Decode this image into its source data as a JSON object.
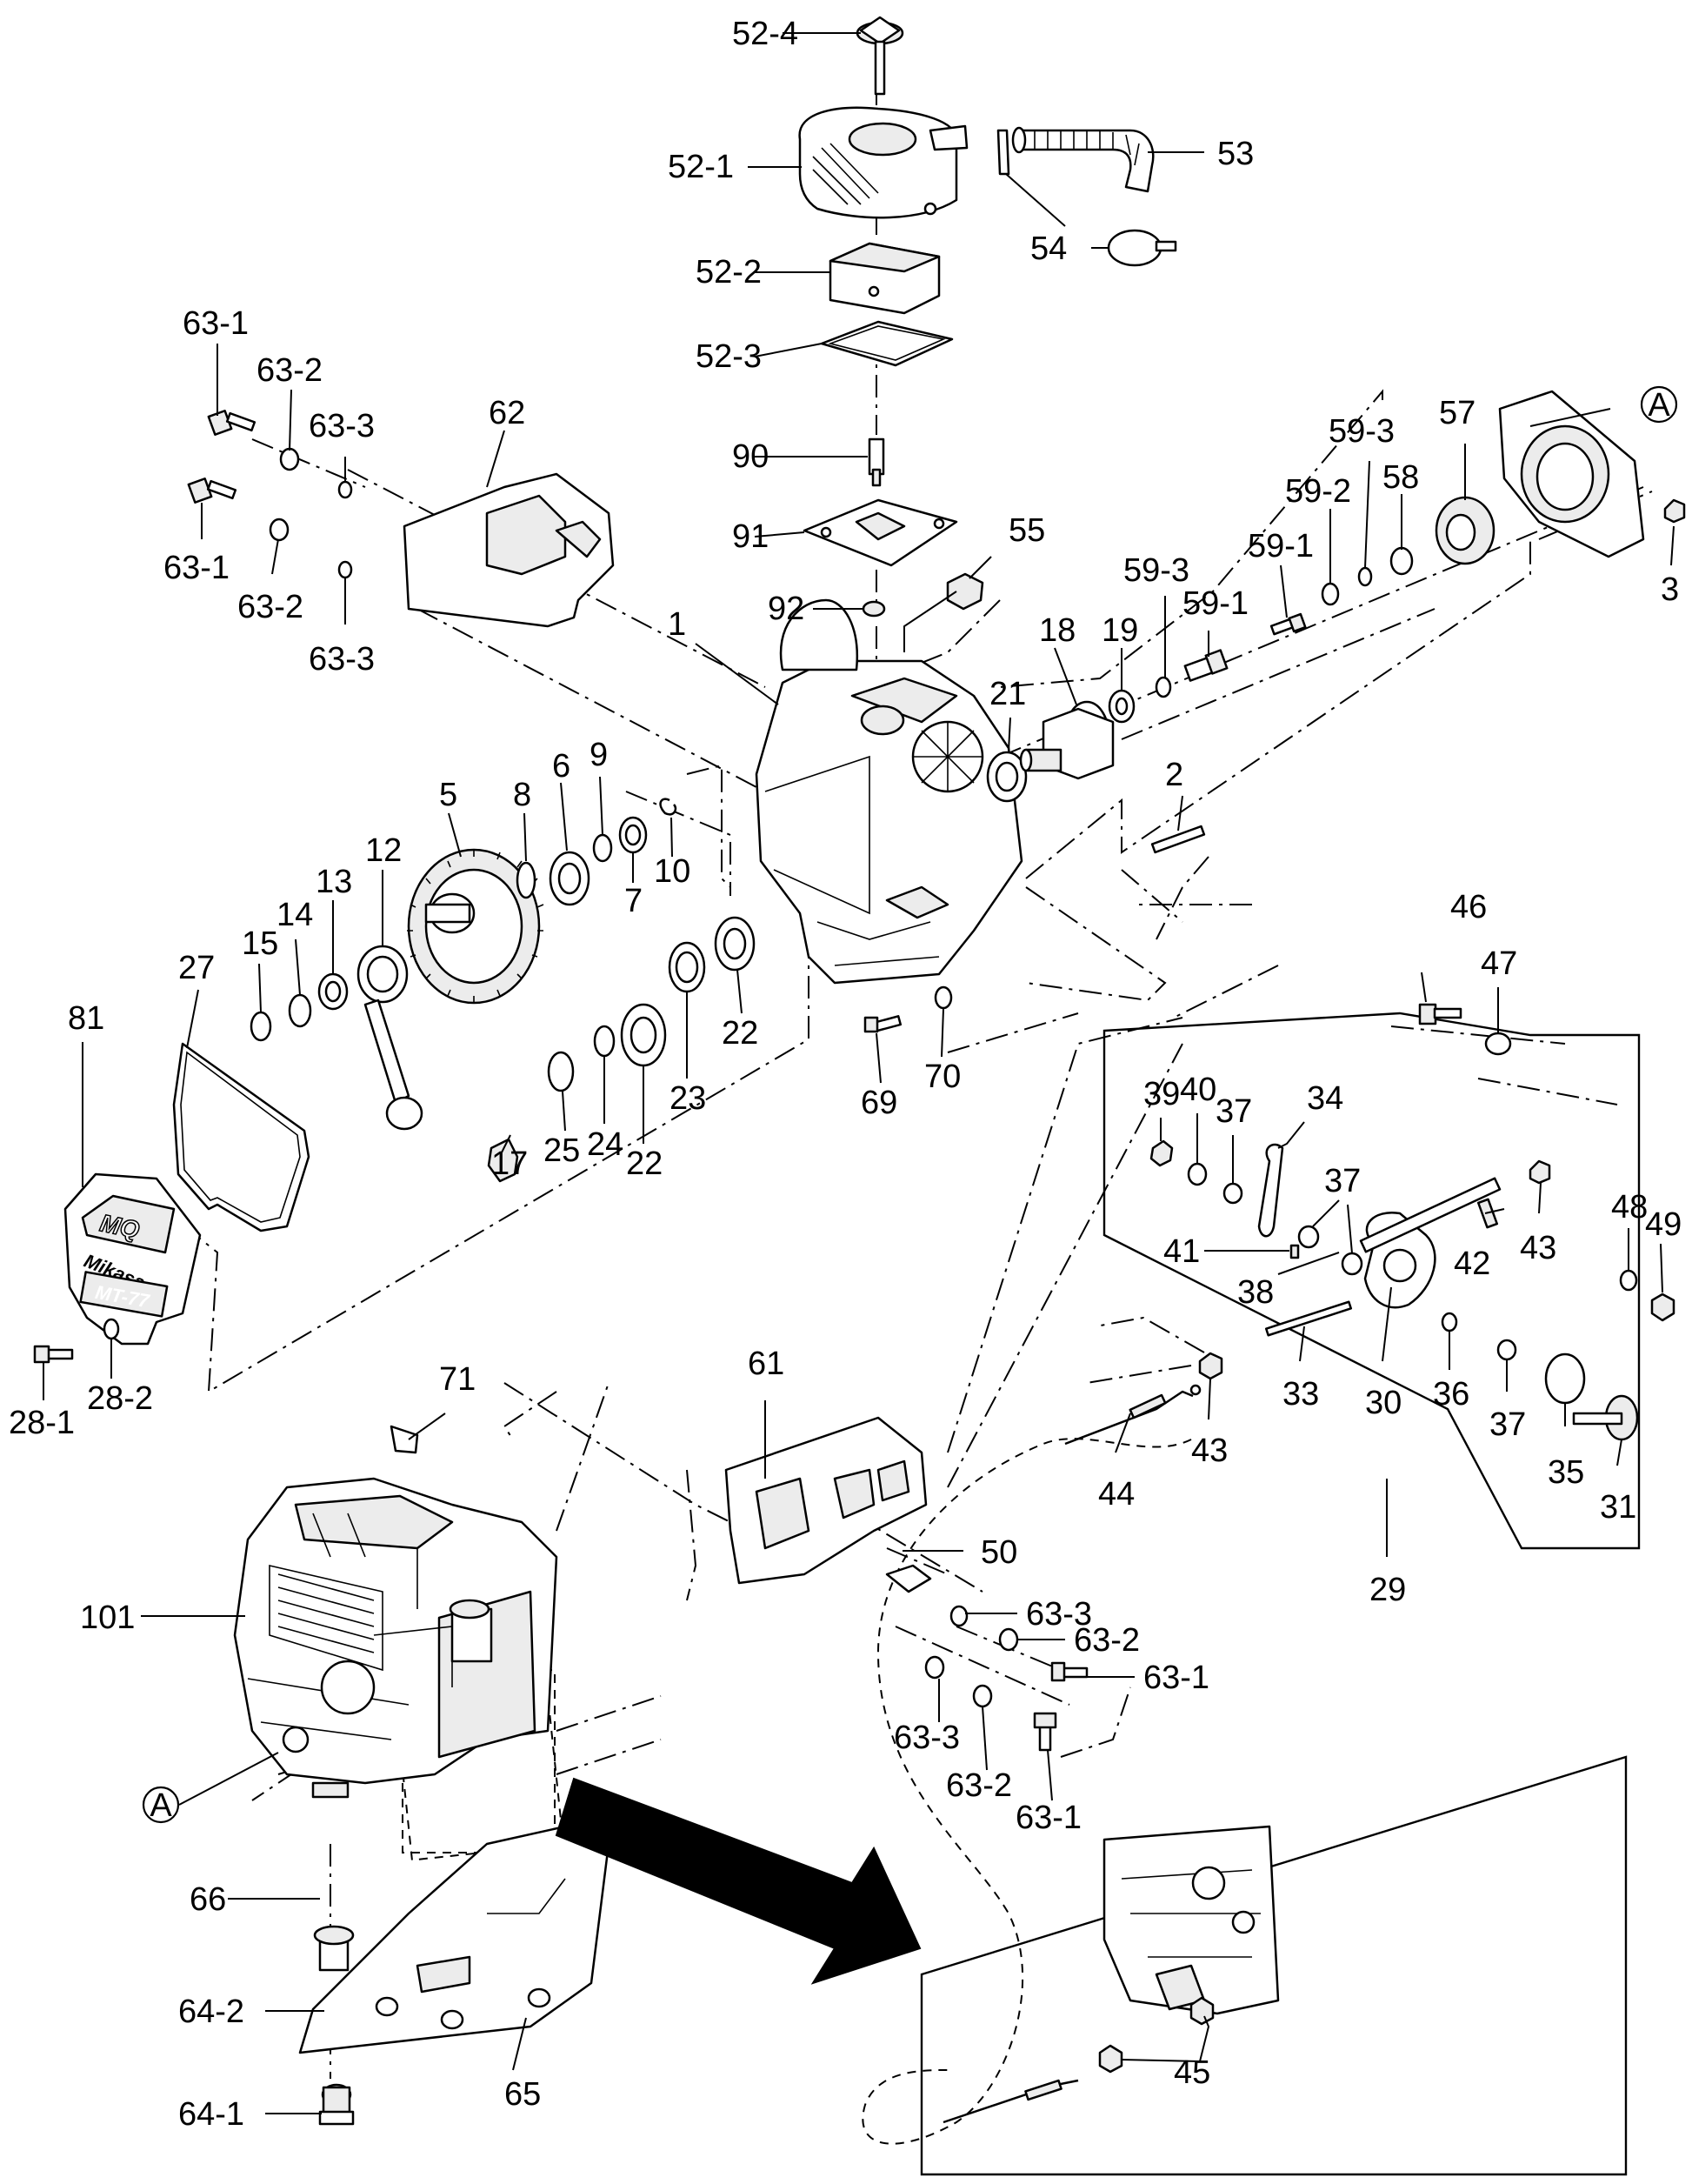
{
  "diagram": {
    "labels": [
      "52-4",
      "52-1",
      "53",
      "54",
      "52-2",
      "52-3",
      "90",
      "91",
      "92",
      "55",
      "63-1",
      "63-2",
      "63-3",
      "62",
      "57",
      "59-3",
      "59-2",
      "58",
      "59-1",
      "3",
      "1",
      "18",
      "19",
      "21",
      "2",
      "5",
      "8",
      "6",
      "9",
      "10",
      "7",
      "12",
      "13",
      "14",
      "15",
      "27",
      "81",
      "17",
      "25",
      "24",
      "22",
      "23",
      "69",
      "70",
      "46",
      "47",
      "39",
      "40",
      "37",
      "34",
      "41",
      "38",
      "42",
      "43",
      "48",
      "49",
      "33",
      "30",
      "36",
      "35",
      "31",
      "29",
      "44",
      "61",
      "50",
      "71",
      "101",
      "66",
      "64-2",
      "64-1",
      "65",
      "45",
      "28-1",
      "28-2"
    ],
    "markers": [
      "A"
    ],
    "logo_text": [
      "MQ",
      "Mikasa",
      "MT-77"
    ]
  }
}
